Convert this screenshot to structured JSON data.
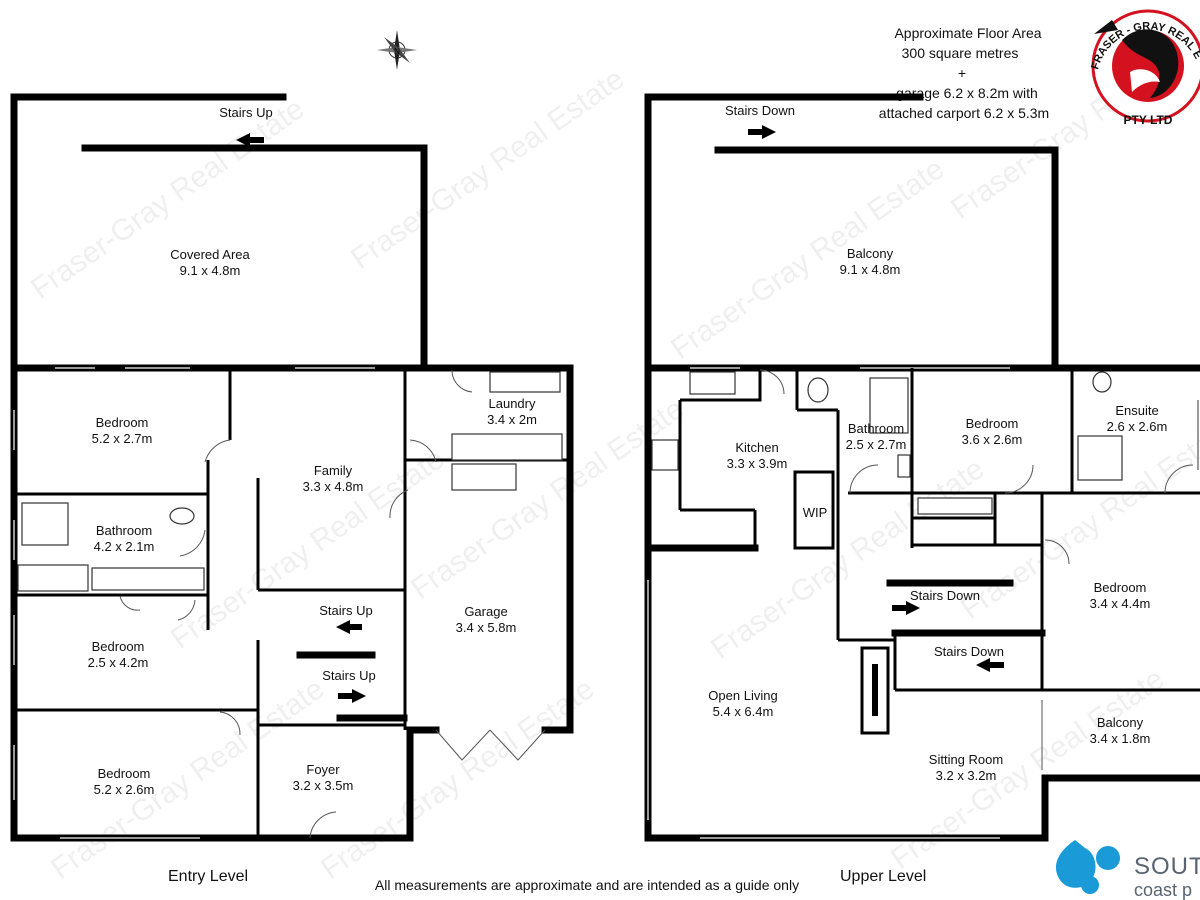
{
  "watermark": "Fraser-Gray Real Estate",
  "header": {
    "floor_area_title": "Approximate Floor Area",
    "floor_area_value": "300 square metres",
    "plus": "+",
    "garage_line": "garage 6.2 x 8.2m with",
    "carport_line": "attached carport 6.2 x 5.3m"
  },
  "logo": {
    "top_text": "FRASER - GRAY REAL ESTATE",
    "bottom_text": "PTY LTD",
    "colors": {
      "ring": "#d4111e",
      "text": "#111111",
      "bird": "#111111"
    }
  },
  "compass": {
    "label": "N"
  },
  "entry_level": {
    "title": "Entry Level",
    "rooms": [
      {
        "name": "Covered Area",
        "size": "9.1 x 4.8m"
      },
      {
        "name": "Bedroom",
        "size": "5.2 x 2.7m"
      },
      {
        "name": "Family",
        "size": "3.3 x 4.8m"
      },
      {
        "name": "Laundry",
        "size": "3.4 x 2m"
      },
      {
        "name": "Bathroom",
        "size": "4.2 x 2.1m"
      },
      {
        "name": "Garage",
        "size": "3.4 x 5.8m"
      },
      {
        "name": "Bedroom",
        "size": "2.5 x 4.2m"
      },
      {
        "name": "Bedroom",
        "size": "5.2 x 2.6m"
      },
      {
        "name": "Foyer",
        "size": "3.2 x 3.5m"
      }
    ],
    "stairs": [
      "Stairs Up",
      "Stairs Up",
      "Stairs Up"
    ]
  },
  "upper_level": {
    "title": "Upper Level",
    "rooms": [
      {
        "name": "Balcony",
        "size": "9.1 x 4.8m"
      },
      {
        "name": "Kitchen",
        "size": "3.3 x 3.9m"
      },
      {
        "name": "Bathroom",
        "size": "2.5 x 2.7m"
      },
      {
        "name": "Bedroom",
        "size": "3.6 x 2.6m"
      },
      {
        "name": "Ensuite",
        "size": "2.6 x 2.6m"
      },
      {
        "name": "WIP",
        "size": ""
      },
      {
        "name": "Bedroom",
        "size": "3.4 x 4.4m"
      },
      {
        "name": "Open Living",
        "size": "5.4 x 6.4m"
      },
      {
        "name": "Balcony",
        "size": "3.4 x 1.8m"
      },
      {
        "name": "Sitting Room",
        "size": "3.2 x 3.2m"
      }
    ],
    "stairs": [
      "Stairs Down",
      "Stairs Down",
      "Stairs Down"
    ]
  },
  "footer": {
    "disclaimer": "All measurements are approximate and are intended as a guide only",
    "brand_main": "SOUT",
    "brand_sub": "coast p",
    "brand_color": "#1a9ad7"
  }
}
